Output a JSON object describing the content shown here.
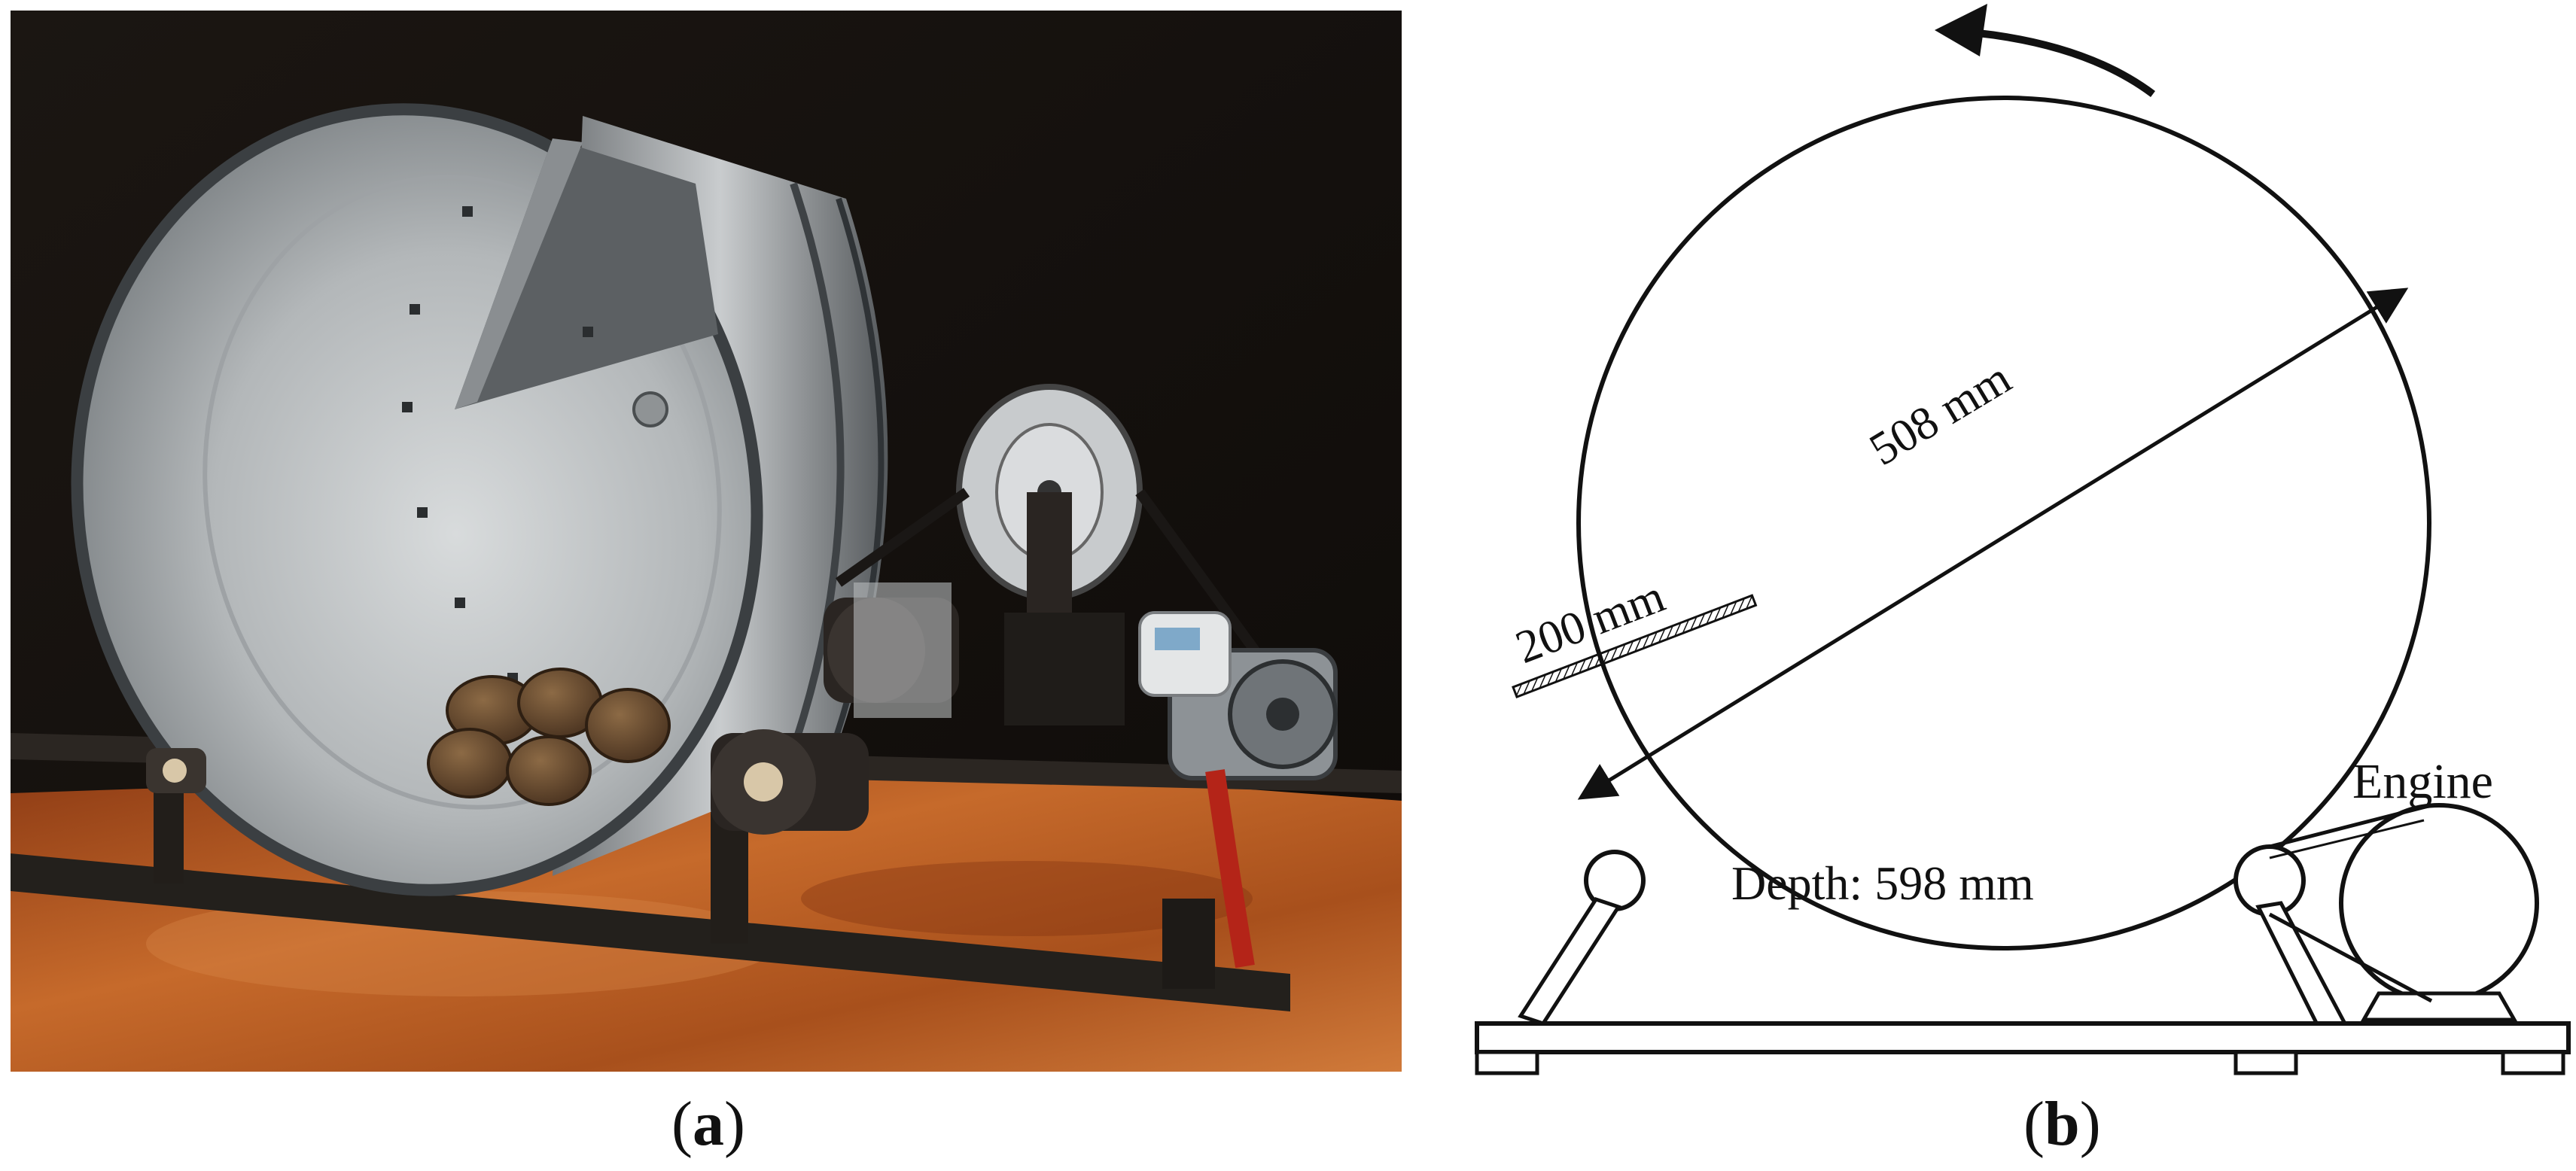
{
  "panels": {
    "a": {
      "label": "a"
    },
    "b": {
      "label": "b",
      "labels": {
        "slot_width": "200 mm",
        "diameter": "508 mm",
        "depth": "Depth: 598 mm",
        "engine": "Engine"
      }
    }
  },
  "colors": {
    "photo_background": "#16120e",
    "drum_metal": "#a9adb0",
    "frame_steel": "#23201c",
    "table_wood": "#b4561f",
    "briquette": "#6b4a2d",
    "line_ink": "#111111"
  },
  "icons": {
    "rotation": "curved-arrow-icon"
  }
}
